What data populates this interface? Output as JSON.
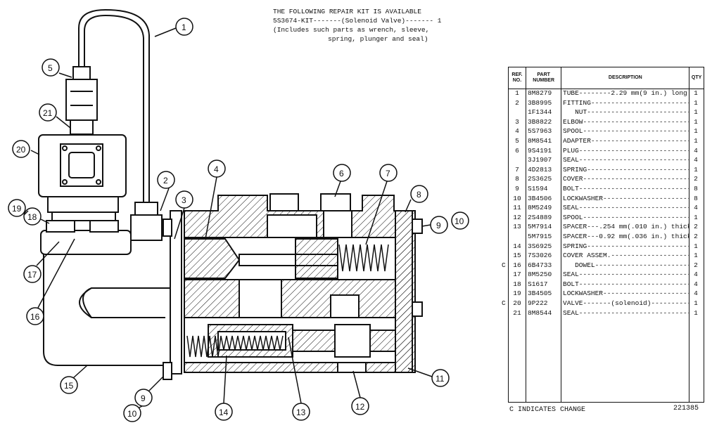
{
  "kit_note": {
    "line1": "THE FOLLOWING REPAIR KIT IS AVAILABLE",
    "line2": "5S3674-KIT-------(Solenoid Valve)------- 1",
    "line3": "(Includes such parts as wrench, sleeve,",
    "line4": "spring, plunger and seal)"
  },
  "callouts": [
    "1",
    "2",
    "3",
    "4",
    "5",
    "6",
    "7",
    "8",
    "9",
    "10",
    "11",
    "12",
    "13",
    "14",
    "15",
    "16",
    "17",
    "18",
    "19",
    "20",
    "21",
    "9",
    "10"
  ],
  "table": {
    "headers": {
      "ref": "REF. NO.",
      "part": "PART NUMBER",
      "desc": "DESCRIPTION",
      "qty": "QTY"
    },
    "rows": [
      {
        "c": "",
        "ref": "1",
        "pn": "8M8279",
        "desc": "TUBE--------2.29 mm(9 in.) long",
        "qty": "1"
      },
      {
        "c": "",
        "ref": "2",
        "pn": "3B8995",
        "desc": "FITTING-------------------------",
        "qty": "1"
      },
      {
        "c": "",
        "ref": "",
        "pn": "1F1344",
        "desc": "   NUT--------------------------",
        "qty": "1"
      },
      {
        "c": "",
        "ref": "3",
        "pn": "3B8822",
        "desc": "ELBOW---------------------------",
        "qty": "1"
      },
      {
        "c": "",
        "ref": "4",
        "pn": "5S7963",
        "desc": "SPOOL---------------------------",
        "qty": "1"
      },
      {
        "c": "",
        "ref": "5",
        "pn": "8M8541",
        "desc": "ADAPTER-------------------------",
        "qty": "1"
      },
      {
        "c": "",
        "ref": "6",
        "pn": "9S4191",
        "desc": "PLUG----------------------------",
        "qty": "4"
      },
      {
        "c": "",
        "ref": "",
        "pn": "3J1907",
        "desc": "SEAL----------------------------",
        "qty": "4"
      },
      {
        "c": "",
        "ref": "7",
        "pn": "4D2813",
        "desc": "SPRING--------------------------",
        "qty": "1"
      },
      {
        "c": "",
        "ref": "8",
        "pn": "2S3625",
        "desc": "COVER---------------------------",
        "qty": "2"
      },
      {
        "c": "",
        "ref": "9",
        "pn": "S1594",
        "desc": "BOLT----------------------------",
        "qty": "8"
      },
      {
        "c": "",
        "ref": "10",
        "pn": "3B4506",
        "desc": "LOCKWASHER----------------------",
        "qty": "8"
      },
      {
        "c": "",
        "ref": "11",
        "pn": "8M5249",
        "desc": "SEAL----------------------------",
        "qty": "4"
      },
      {
        "c": "",
        "ref": "12",
        "pn": "2S4889",
        "desc": "SPOOL---------------------------",
        "qty": "1"
      },
      {
        "c": "",
        "ref": "13",
        "pn": "5M7914",
        "desc": "SPACER---.254 mm(.010 in.) thick",
        "qty": "2"
      },
      {
        "c": "",
        "ref": "",
        "pn": "5M7915",
        "desc": "SPACER---0.92 mm(.036 in.) thick",
        "qty": "2"
      },
      {
        "c": "",
        "ref": "14",
        "pn": "3S6925",
        "desc": "SPRING--------------------------",
        "qty": "1"
      },
      {
        "c": "",
        "ref": "15",
        "pn": "7S3026",
        "desc": "COVER ASSEM.--------------------",
        "qty": "1"
      },
      {
        "c": "C",
        "ref": "16",
        "pn": "6B4733",
        "desc": "   DOWEL------------------------",
        "qty": "2"
      },
      {
        "c": "",
        "ref": "17",
        "pn": "8M5250",
        "desc": "SEAL----------------------------",
        "qty": "4"
      },
      {
        "c": "",
        "ref": "18",
        "pn": "S1617",
        "desc": "BOLT----------------------------",
        "qty": "4"
      },
      {
        "c": "",
        "ref": "19",
        "pn": "3B4505",
        "desc": "LOCKWASHER----------------------",
        "qty": "4"
      },
      {
        "c": "C",
        "ref": "20",
        "pn": "9P222",
        "desc": "VALVE-------(solenoid)----------",
        "qty": "1"
      },
      {
        "c": "",
        "ref": "21",
        "pn": "8M8544",
        "desc": "SEAL----------------------------",
        "qty": "1"
      }
    ]
  },
  "footer": {
    "change_note": "C INDICATES CHANGE",
    "drawing_number": "221385"
  }
}
